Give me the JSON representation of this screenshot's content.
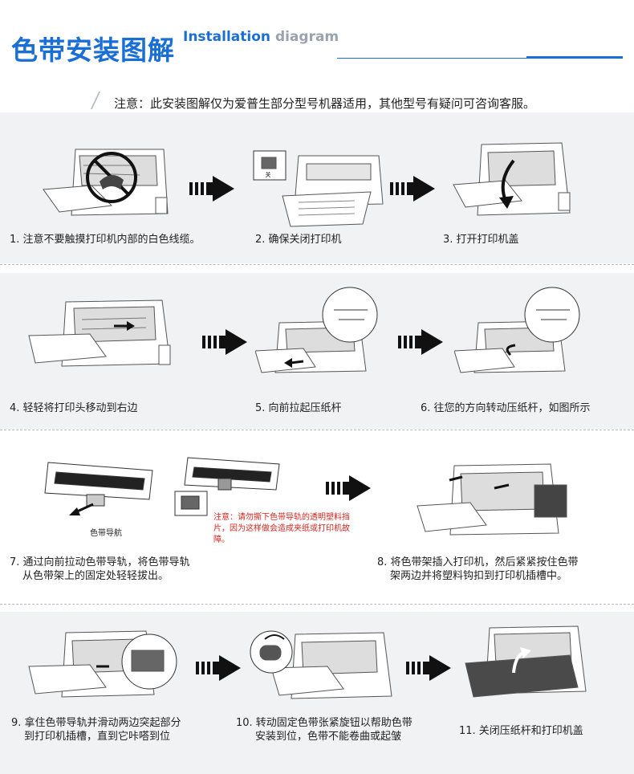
{
  "header": {
    "title_cn": "色带安装图解",
    "title_en_1": "Installation",
    "title_en_2": "diagram"
  },
  "notice": "注意：此安装图解仅为爱普生部分型号机器适用，其他型号有疑问可咨询客服。",
  "steps": [
    {
      "caption": "1. 注意不要触摸打印机内部的白色线缆。"
    },
    {
      "caption": "2. 确保关闭打印机"
    },
    {
      "caption": "3. 打开打印机盖"
    },
    {
      "caption": "4. 轻轻将打印头移动到右边"
    },
    {
      "caption": "5. 向前拉起压纸杆"
    },
    {
      "caption": "6. 往您的方向转动压纸杆，如图所示"
    },
    {
      "caption_l1": "7. 通过向前拉动色带导轨，将色带导轨",
      "caption_l2": "从色带架上的固定处轻轻拔出。"
    },
    {
      "caption_l1": "8. 将色带架插入打印机，然后紧紧按住色带",
      "caption_l2": "架两边并将塑料钩扣到打印机插槽中。"
    },
    {
      "caption_l1": "9. 拿住色带导轨并滑动两边突起部分",
      "caption_l2": "到打印机插槽，直到它咔嗒到位"
    },
    {
      "caption_l1": "10. 转动固定色带张紧旋钮以帮助色带",
      "caption_l2": "安装到位，色带不能卷曲或起皱"
    },
    {
      "caption": "11. 关闭压纸杆和打印机盖"
    }
  ],
  "labels": {
    "ribbon_guide": "色带导航",
    "warning": "注意：请勿撕下色带导轨的透明塑料挡片，因为这样做会造成夹纸或打印机故障。"
  }
}
